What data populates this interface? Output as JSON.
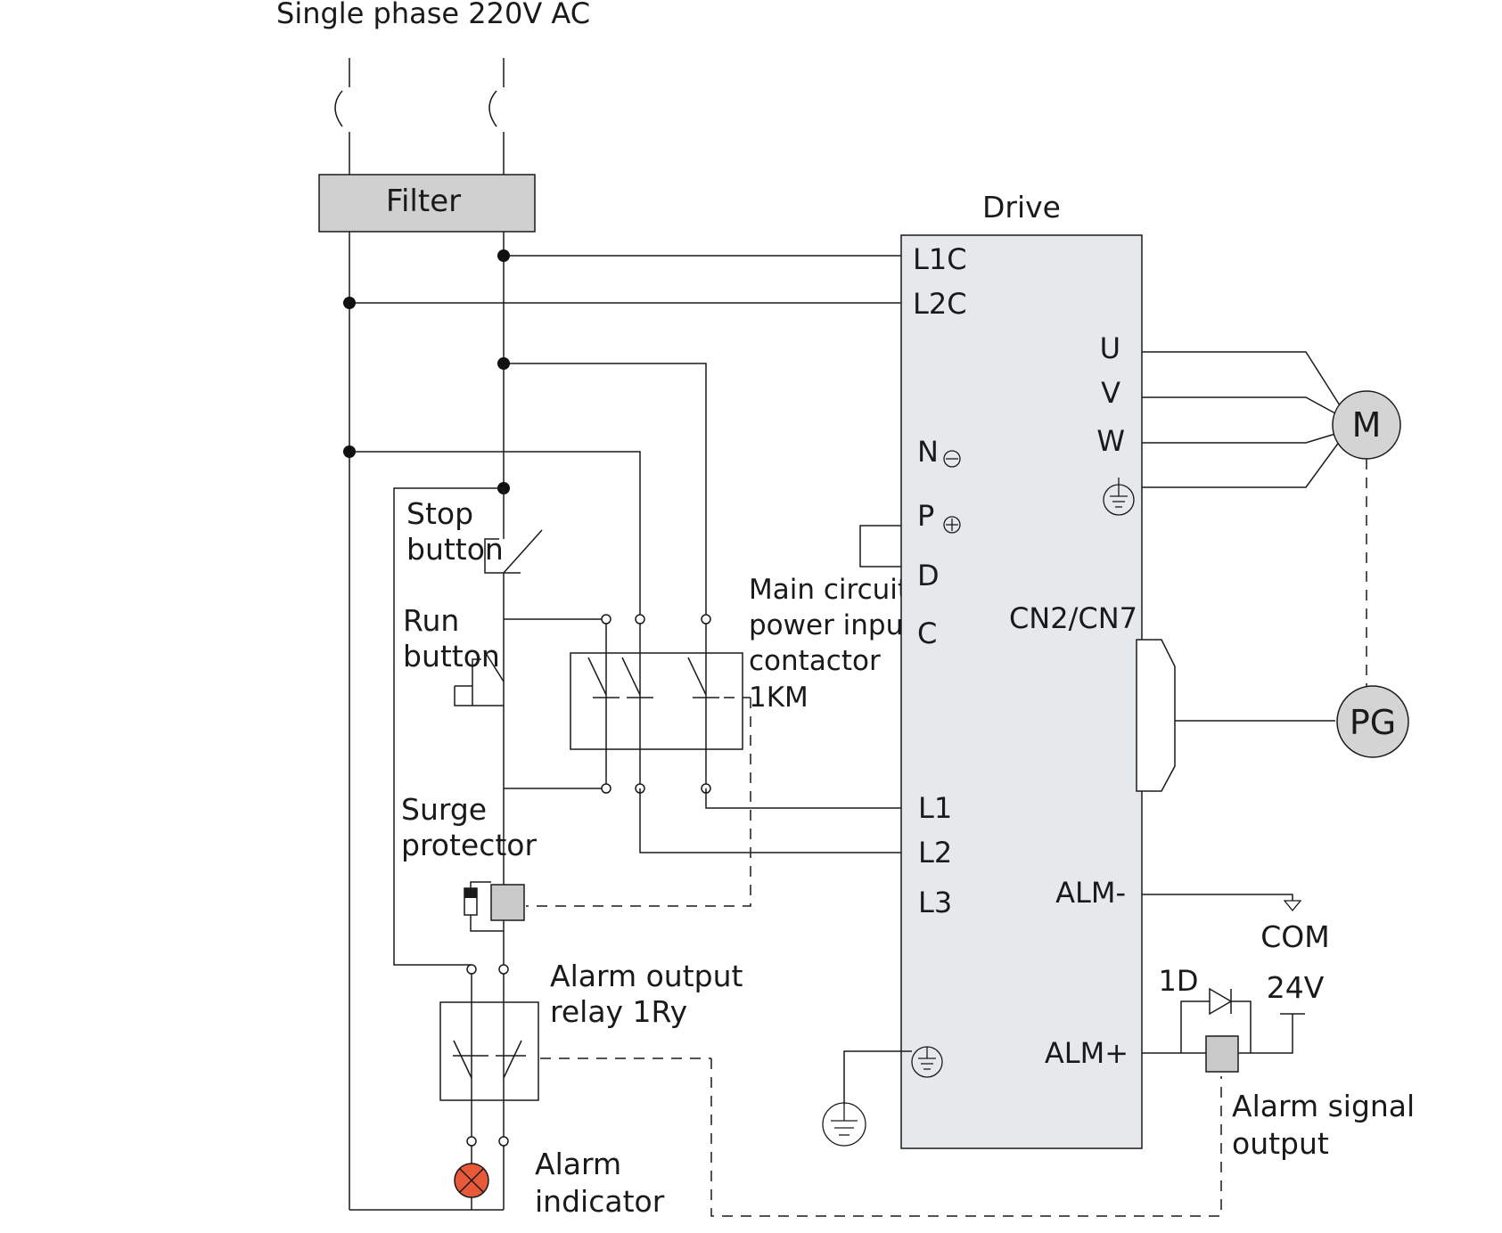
{
  "supply": {
    "label": "Single phase 220V AC"
  },
  "filter": {
    "label": "Filter"
  },
  "drive": {
    "title": "Drive",
    "terminals": {
      "l1c": "L1C",
      "l2c": "L2C",
      "u": "U",
      "v": "V",
      "w": "W",
      "n": "N",
      "p": "P",
      "d": "D",
      "c": "C",
      "cn": "CN2/CN7",
      "l1": "L1",
      "l2": "L2",
      "l3": "L3",
      "alm_minus": "ALM-",
      "alm_plus": "ALM+"
    }
  },
  "motor": {
    "label": "M"
  },
  "encoder": {
    "label": "PG"
  },
  "labels": {
    "stop_button": [
      "Stop",
      "button"
    ],
    "run_button": [
      "Run",
      "button"
    ],
    "contactor": [
      "Main circuit",
      "power input",
      "contactor",
      "1KM"
    ],
    "surge": [
      "Surge",
      "protector"
    ],
    "alarm_relay": [
      "Alarm output",
      "relay 1Ry"
    ],
    "alarm_indicator": [
      "Alarm",
      "indicator"
    ],
    "alarm_signal": [
      "Alarm signal",
      "output"
    ],
    "com": "COM",
    "v24": "24V",
    "diode": "1D"
  },
  "colors": {
    "filter_fill": "#d0d0d0",
    "drive_fill": "#e6e9ec",
    "motor_fill": "#d4d4d4",
    "component_fill": "#c9c9c9",
    "lamp_fill": "#e8593a",
    "wire": "#1a1a1a"
  }
}
